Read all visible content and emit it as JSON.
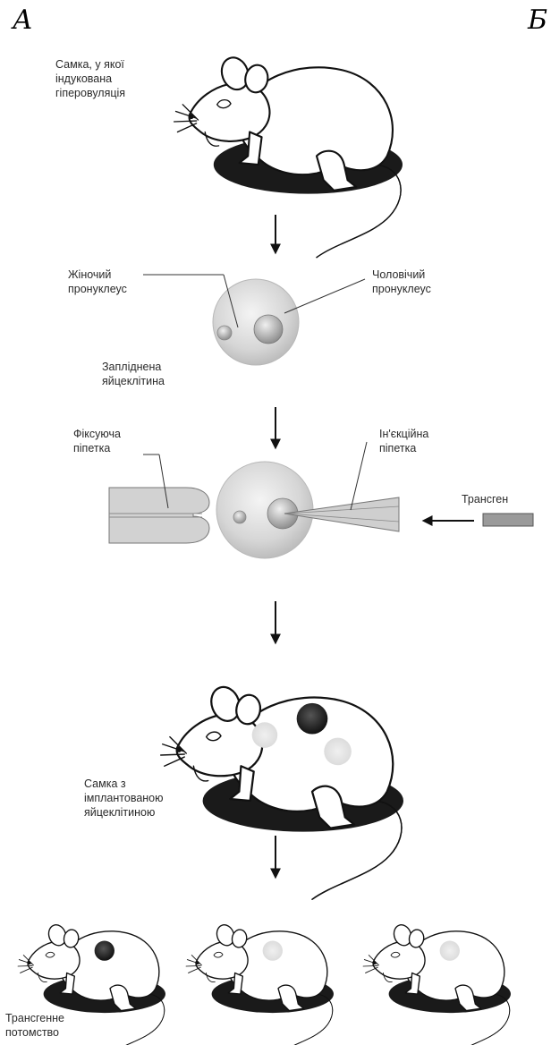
{
  "panels": {
    "a": "А",
    "b": "Б"
  },
  "labels": {
    "donor_female": [
      "Самка, у якої",
      "індукована",
      "гіперовуляція"
    ],
    "female_pronucleus": [
      "Жіночий",
      "пронуклеус"
    ],
    "male_pronucleus": [
      "Чоловічий",
      "пронуклеус"
    ],
    "fertilized_egg": [
      "Запліднена",
      "яйцеклітина"
    ],
    "holding_pipette": [
      "Фіксуюча",
      "піпетка"
    ],
    "injection_pipette": [
      "Ін'єкційна",
      "піпетка"
    ],
    "transgene": "Трансген",
    "recipient_female": [
      "Самка з",
      "імплантованою",
      "яйцеклітиною"
    ],
    "offspring": [
      "Трансгенне",
      "потомство"
    ]
  }
}
